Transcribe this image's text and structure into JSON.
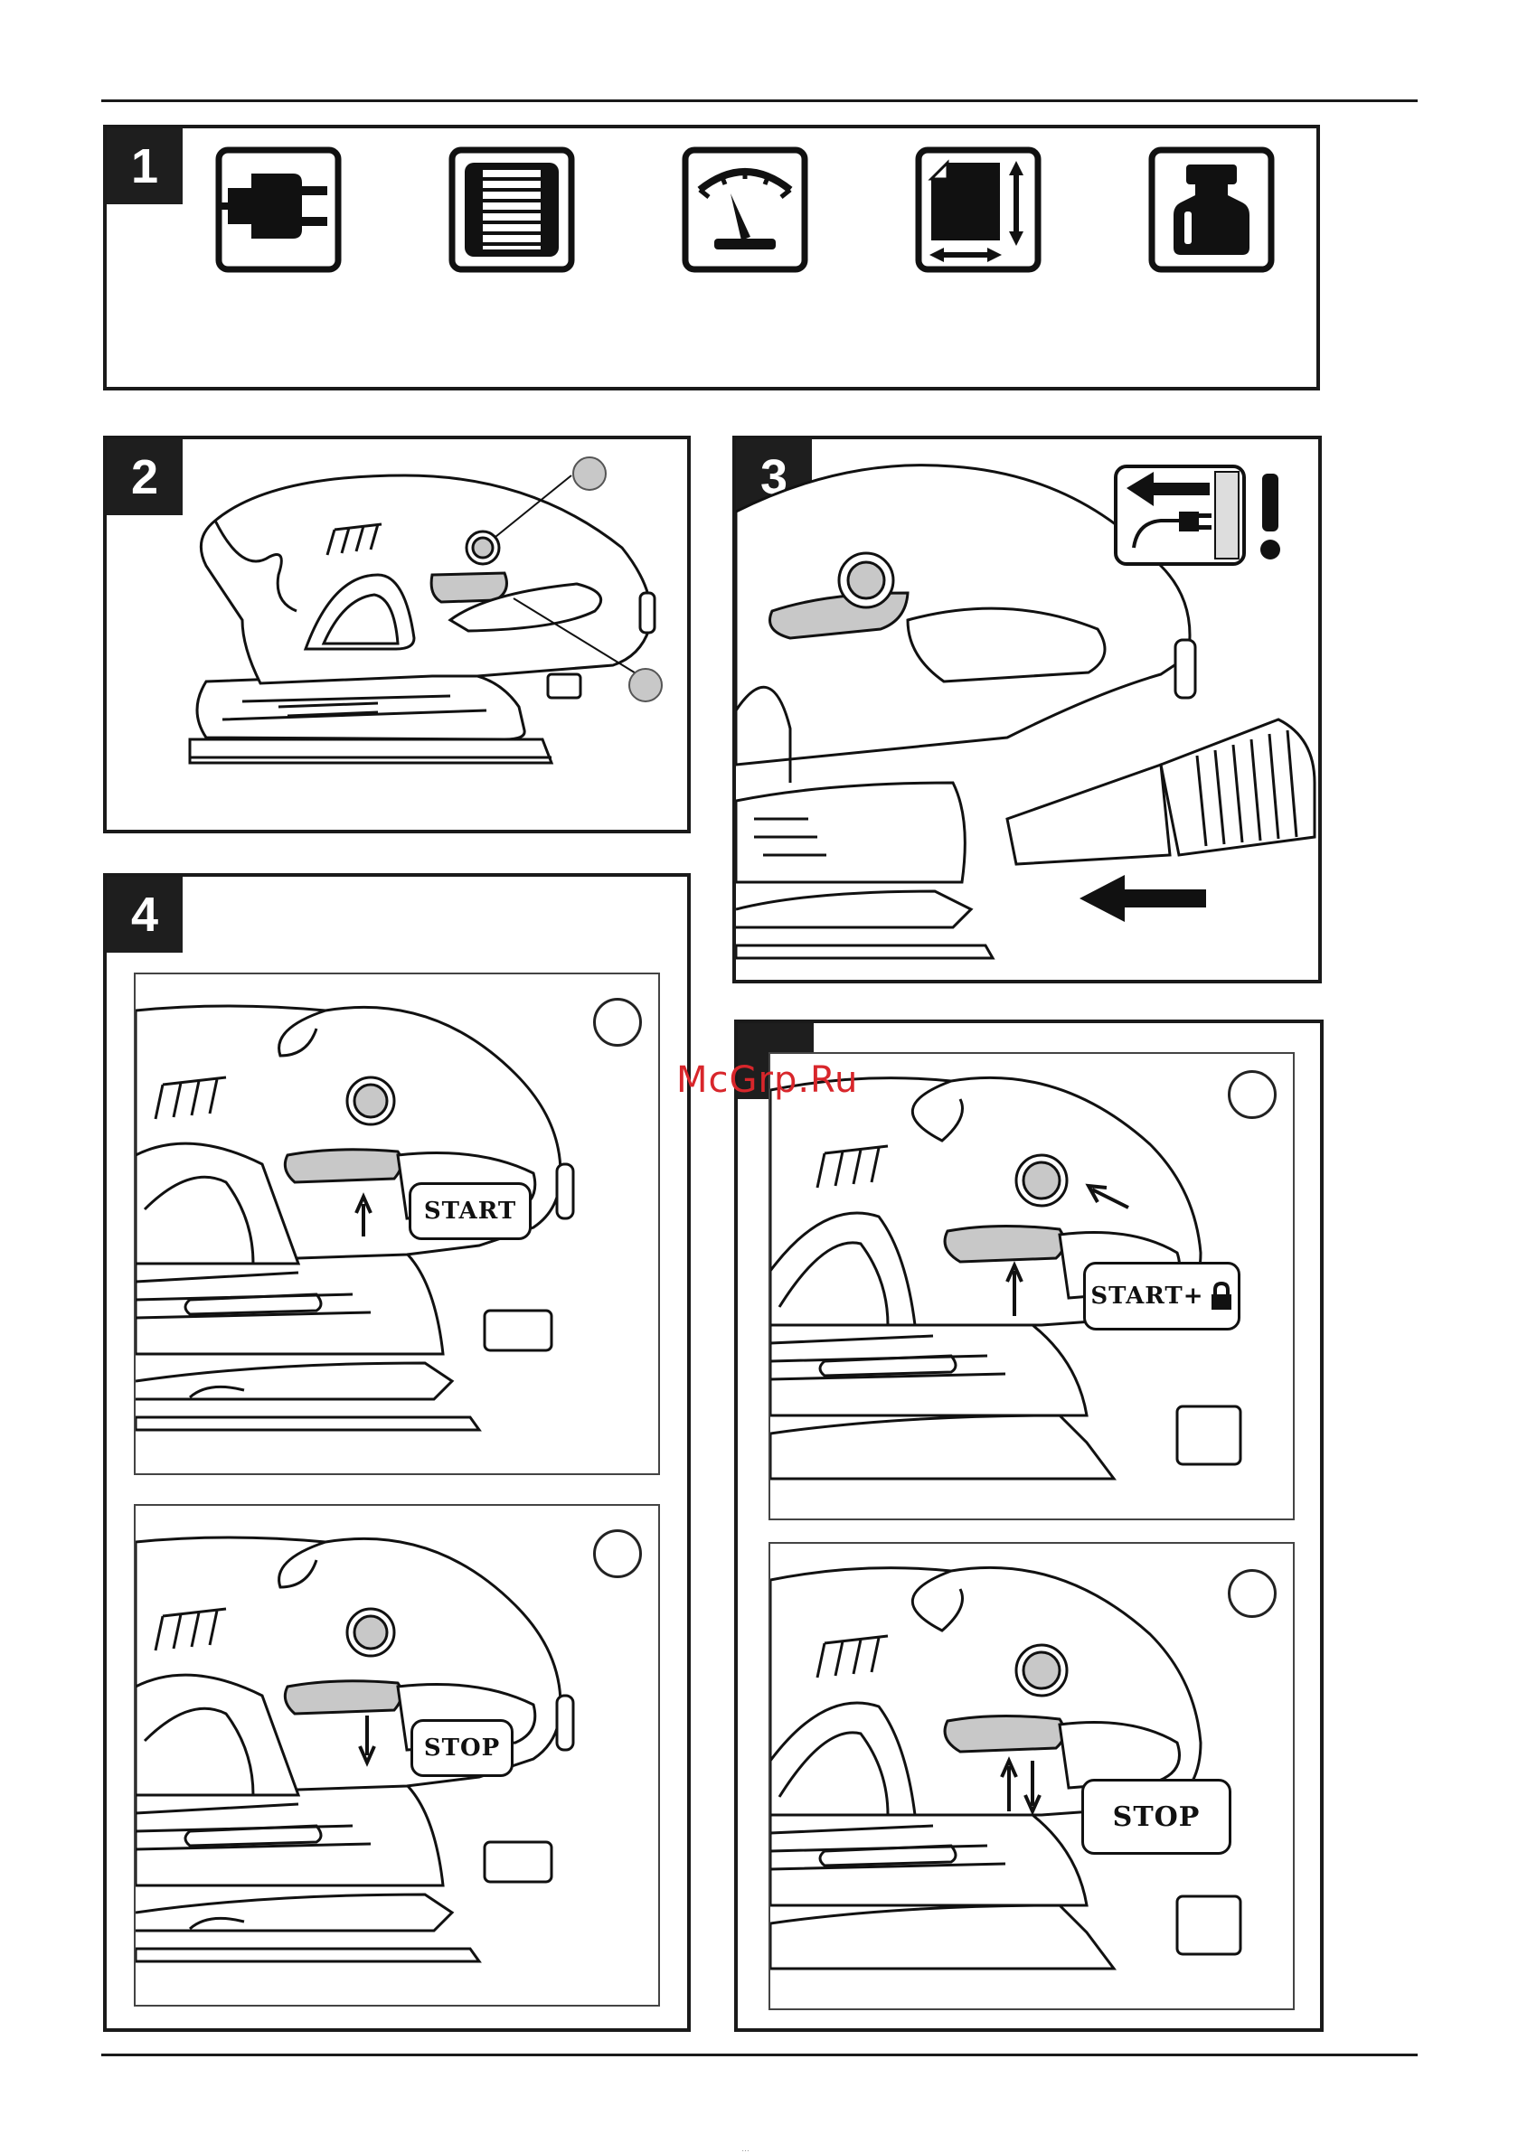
{
  "watermark": "McGrp.Ru",
  "panels": {
    "p1": {
      "number": "1",
      "icons": [
        "plug-icon",
        "sanding-pad-icon",
        "gauge-icon",
        "dimensions-icon",
        "weight-icon"
      ]
    },
    "p2": {
      "number": "2"
    },
    "p3": {
      "number": "3"
    },
    "p4": {
      "number": "4",
      "start_label": "START",
      "stop_label": "STOP"
    },
    "p5": {
      "start_lock_label": "START+",
      "stop_label": "STOP"
    }
  },
  "footer_text": "…"
}
